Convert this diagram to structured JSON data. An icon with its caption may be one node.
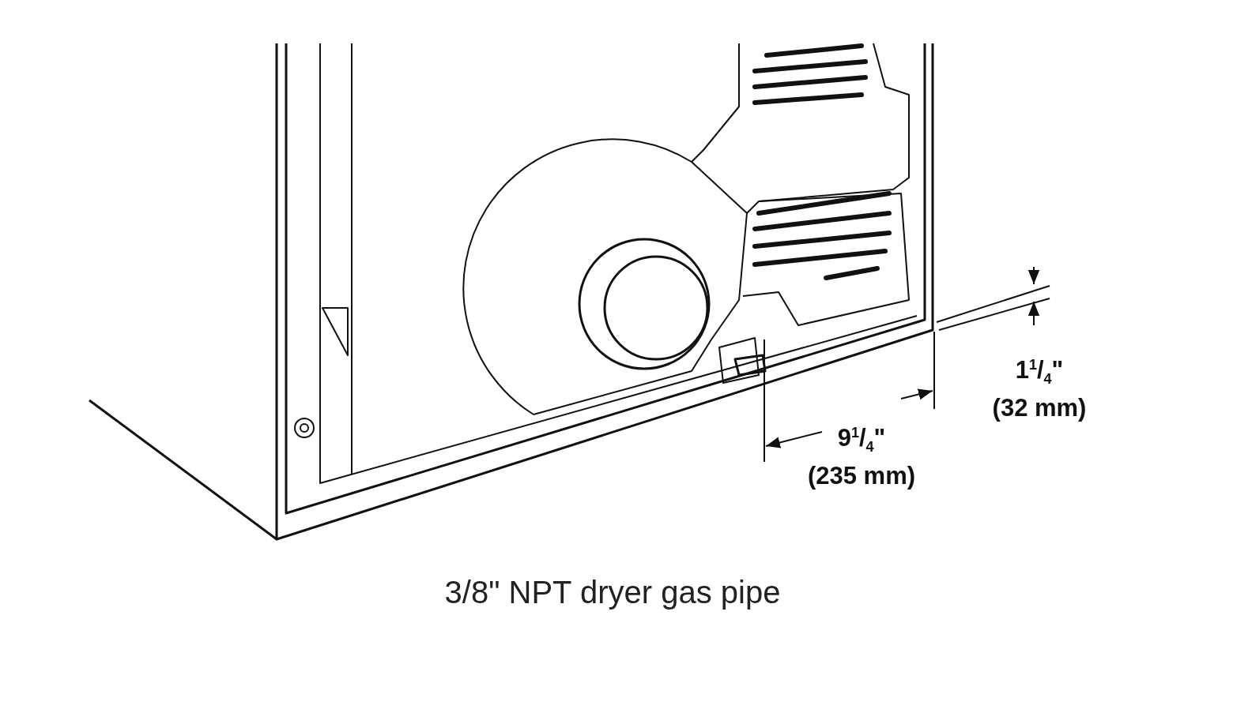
{
  "diagram": {
    "caption": "3/8\" NPT dryer gas pipe",
    "labels": [
      "1$^{1}$/$_{4}$\" (32 mm)",
      "9$^{1}$/$_{4}$\" (235 mm)"
    ]
  }
}
